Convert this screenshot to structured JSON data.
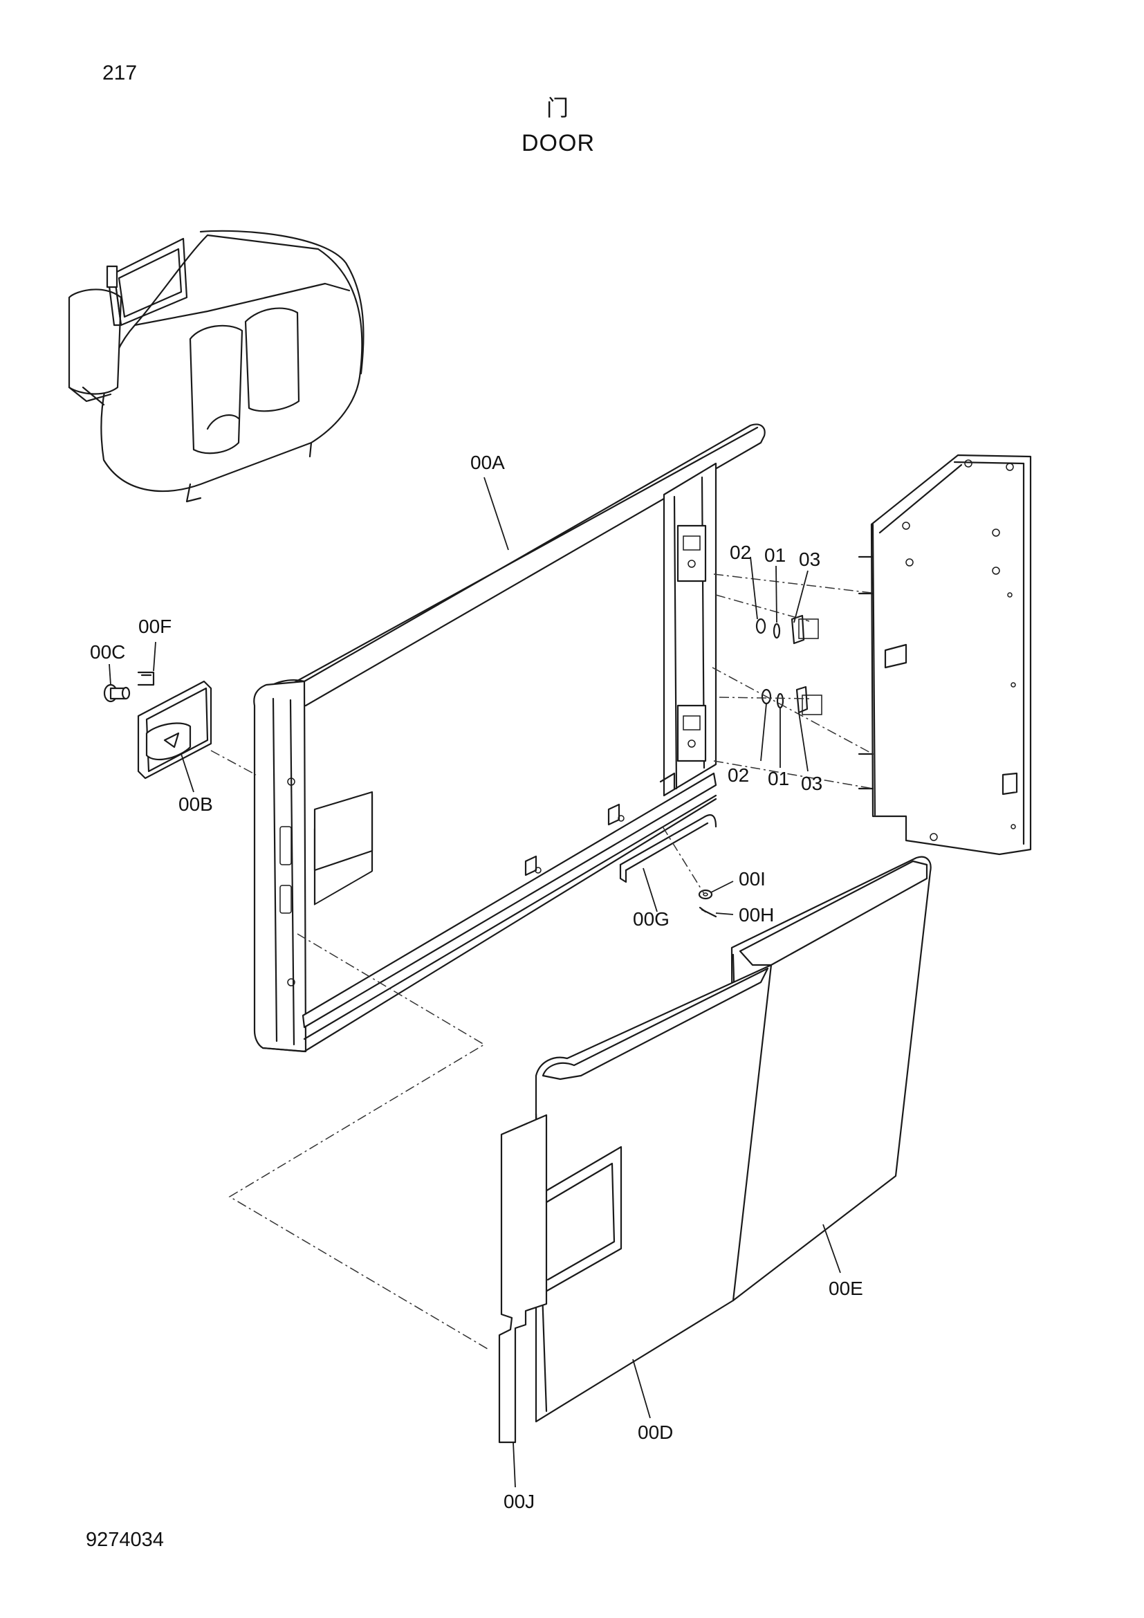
{
  "page_number": "217",
  "title_cn": "门",
  "title_en": "DOOR",
  "drawing_number": "9274034",
  "callouts": {
    "c00A": "00A",
    "c00B": "00B",
    "c00C": "00C",
    "c00D": "00D",
    "c00E": "00E",
    "c00F": "00F",
    "c00G": "00G",
    "c00H": "00H",
    "c00I": "00I",
    "c00J": "00J",
    "c01_upper": "01",
    "c02_upper": "02",
    "c03_upper": "03",
    "c01_lower": "01",
    "c02_lower": "02",
    "c03_lower": "03"
  }
}
